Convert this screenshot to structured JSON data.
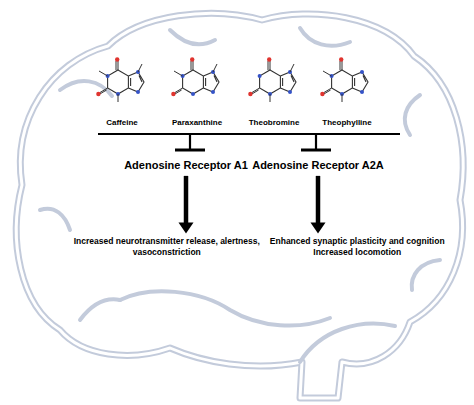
{
  "diagram": {
    "nodes": [
      {
        "text": [
          "Caffeine"
        ]
      },
      {
        "text": [
          "Paraxanthine"
        ]
      },
      {
        "text": [
          "Theobromine"
        ]
      },
      {
        "text": [
          "Theophylline"
        ]
      },
      {
        "text": [
          "Adenosine Receptor A1"
        ]
      },
      {
        "text": [
          "Adenosine Receptor A2A"
        ]
      },
      {
        "text": [
          "Increased neurotransmitter release, alertness, vasoconstriction"
        ]
      },
      {
        "text": [
          "Enhanced synaptic plasticity and cognition",
          "Increased locomotion"
        ]
      }
    ],
    "edges": [
      {
        "from": 4,
        "to": 6,
        "arrow": "to"
      },
      {
        "from": 5,
        "to": 7,
        "arrow": "to"
      }
    ]
  }
}
